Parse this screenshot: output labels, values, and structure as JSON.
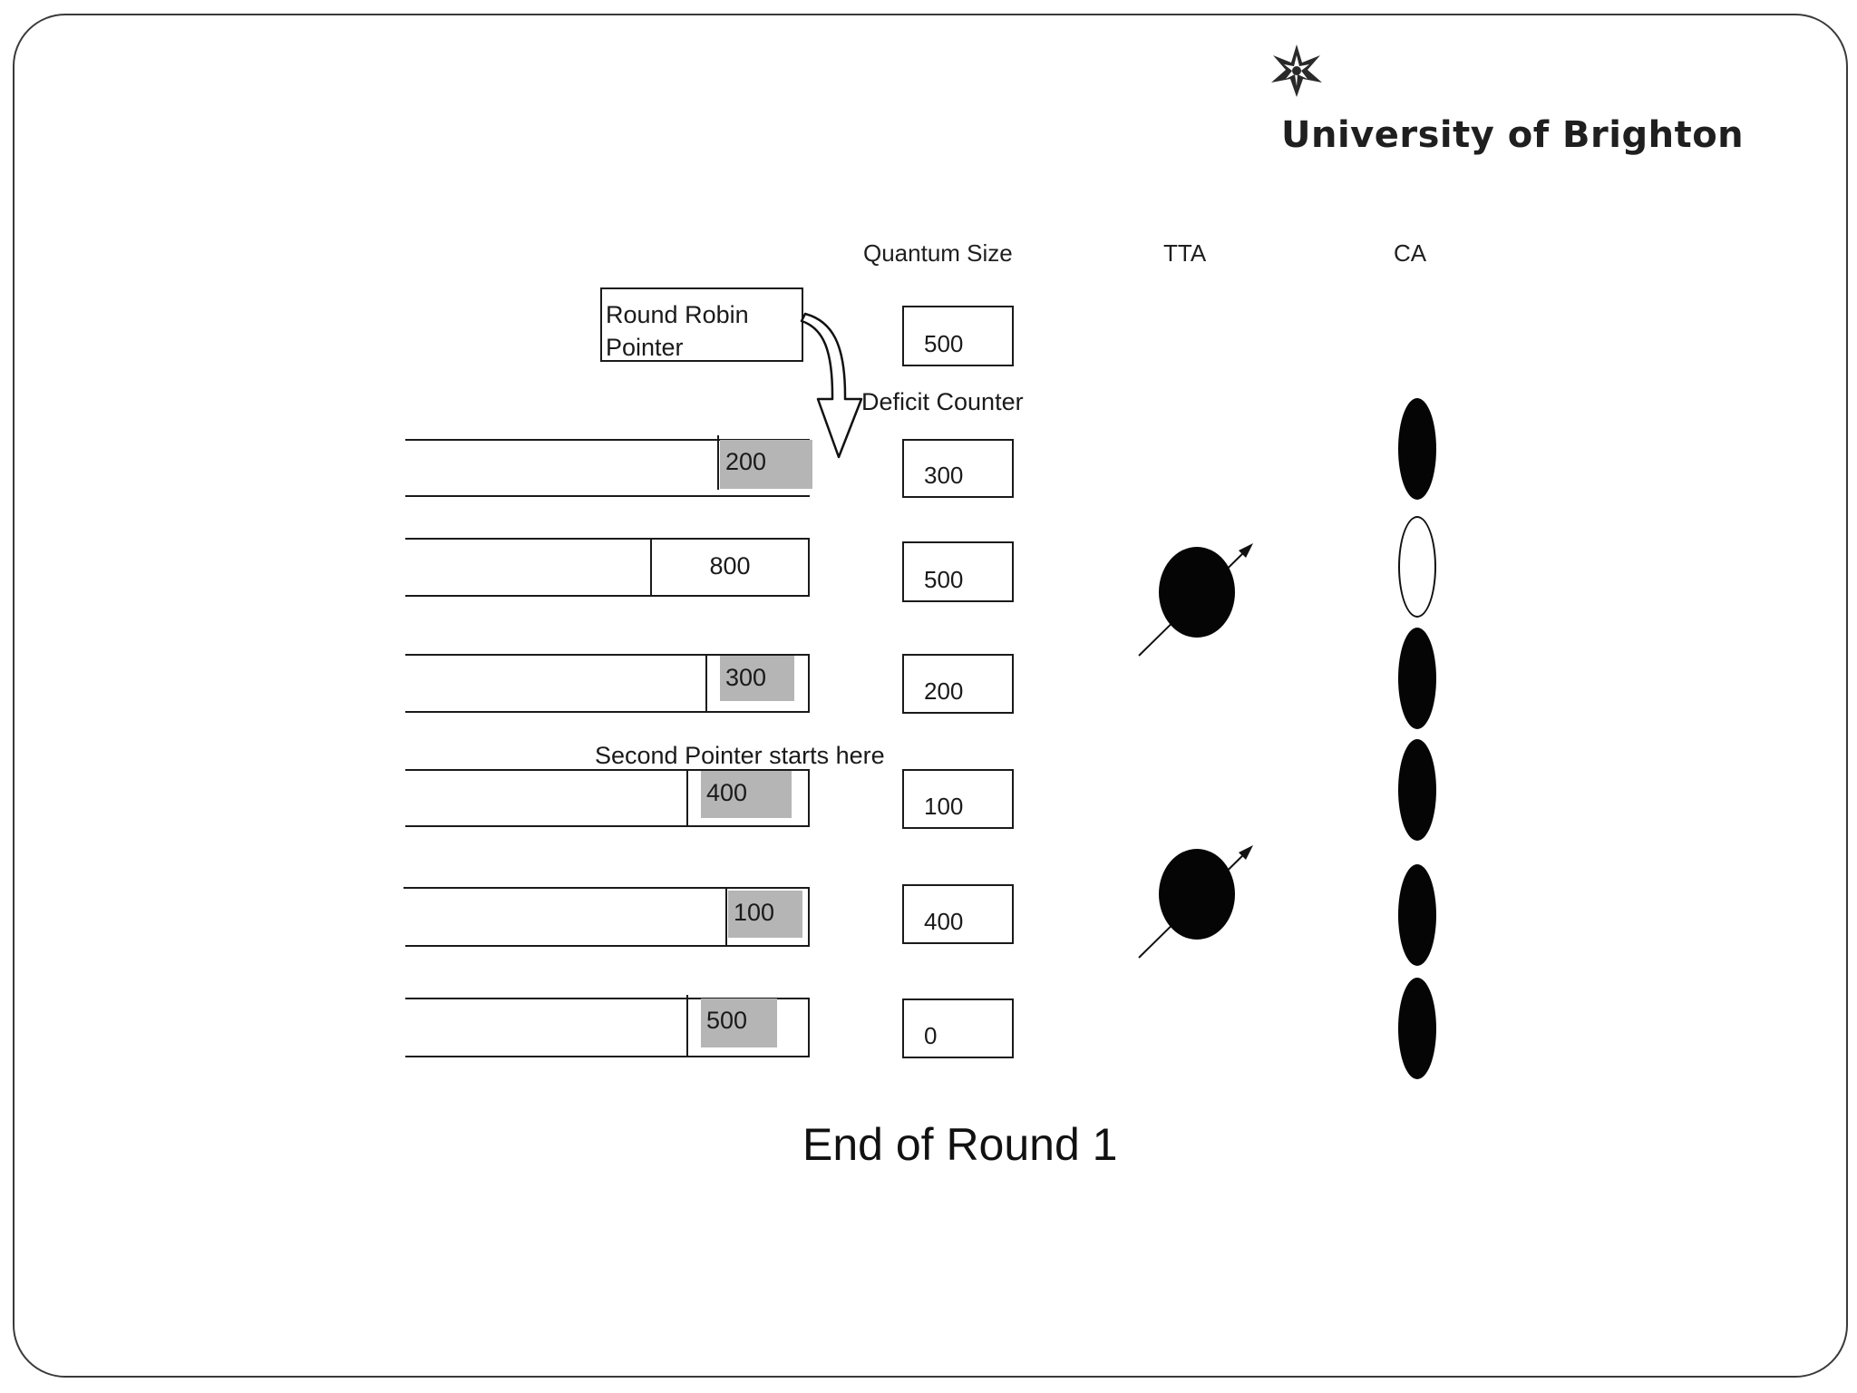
{
  "logo": {
    "name": "University of Brighton",
    "icon": "star-emblem-icon"
  },
  "headers": {
    "quantum": "Quantum Size",
    "tta": "TTA",
    "ca": "CA"
  },
  "round_robin_label_line1": "Round Robin",
  "round_robin_label_line2": "Pointer",
  "quantum_value": "500",
  "deficit_label": "Deficit Counter",
  "second_pointer_label": "Second Pointer starts here",
  "queues": [
    {
      "packet": "200",
      "deficit": "300"
    },
    {
      "packet": "800",
      "deficit": "500"
    },
    {
      "packet": "300",
      "deficit": "200"
    },
    {
      "packet": "400",
      "deficit": "100"
    },
    {
      "packet": "100",
      "deficit": "400"
    },
    {
      "packet": "500",
      "deficit": "0"
    }
  ],
  "ca_states": [
    "busy",
    "idle",
    "busy",
    "busy",
    "busy",
    "busy"
  ],
  "tta_icons": [
    "station-transmit-icon",
    "station-transmit-icon"
  ],
  "title": "End of Round 1"
}
